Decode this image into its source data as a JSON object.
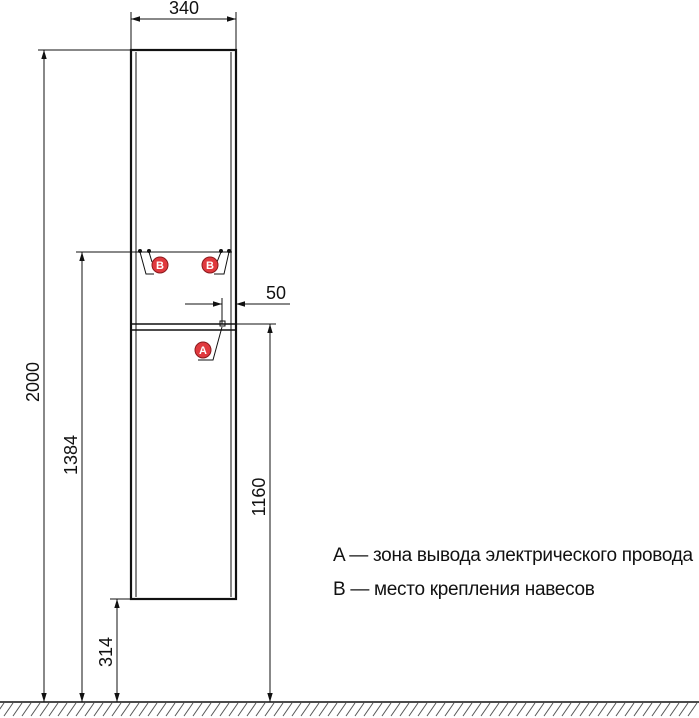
{
  "dimensions": {
    "width_top": "340",
    "offset_socket": "50",
    "total_height": "2000",
    "hanger_height": "1384",
    "socket_height": "1160",
    "floor_clearance": "314"
  },
  "markers": {
    "hanger_left": "B",
    "hanger_right": "B",
    "socket": "A"
  },
  "legend": {
    "line_a": "A — зона вывода электрического провода",
    "line_b": "B — место крепления навесов"
  },
  "colors": {
    "line": "#111111",
    "marker_fill": "#e0393e",
    "marker_stroke": "#8a1a1d",
    "hatch": "#555555"
  }
}
